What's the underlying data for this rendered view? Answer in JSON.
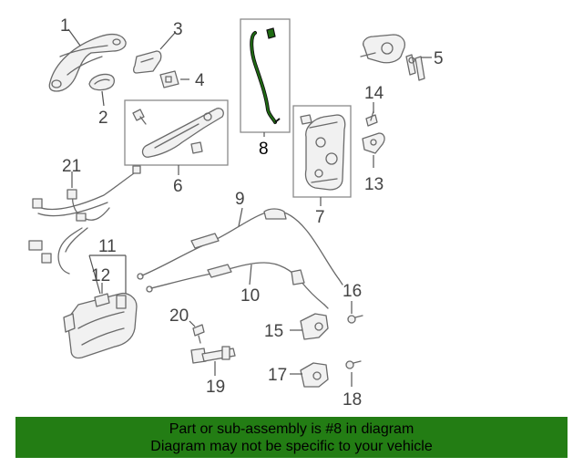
{
  "diagram": {
    "callouts": {
      "c1": "1",
      "c2": "2",
      "c3": "3",
      "c4": "4",
      "c5": "5",
      "c6": "6",
      "c7": "7",
      "c8": "8",
      "c9": "9",
      "c10": "10",
      "c11": "11",
      "c12": "12",
      "c13": "13",
      "c14": "14",
      "c15": "15",
      "c16": "16",
      "c17": "17",
      "c18": "18",
      "c19": "19",
      "c20": "20",
      "c21": "21"
    },
    "highlighted_part": "8",
    "highlight_color": "#1f6b12"
  },
  "footer": {
    "line1": "Part or sub-assembly is #8 in diagram",
    "line2": "Diagram may not be specific to your vehicle",
    "background": "#237d14"
  }
}
